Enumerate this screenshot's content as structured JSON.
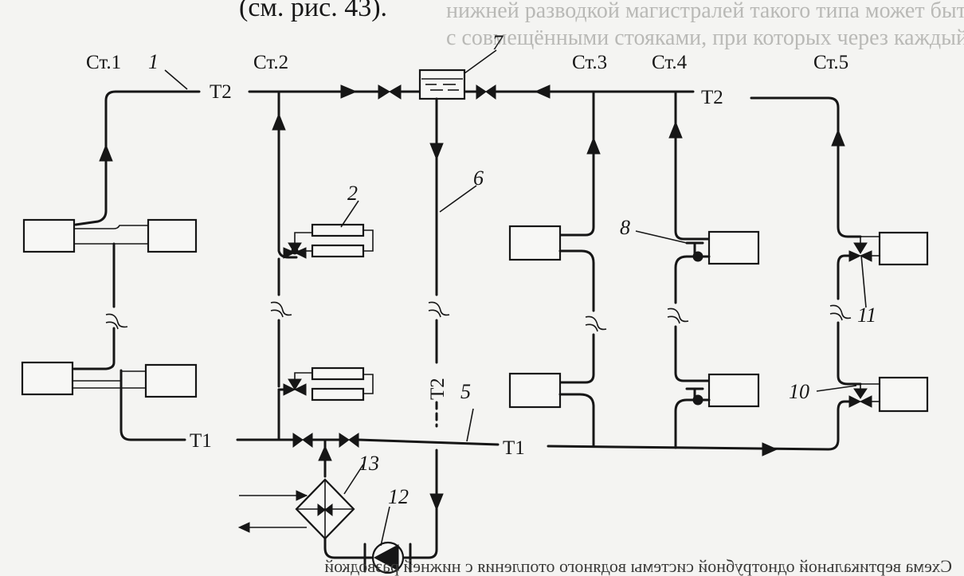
{
  "header_text": "(см. рис. 43).",
  "ghost_top_lines": [
    "нижней разводкой магистралей такого типа может быть выполнена",
    "с совмещёнными стояками, при которых через каждый прибор"
  ],
  "stacks": [
    {
      "id": "st1",
      "label": "Ст.1"
    },
    {
      "id": "st2",
      "label": "Ст.2"
    },
    {
      "id": "st3",
      "label": "Ст.3"
    },
    {
      "id": "st4",
      "label": "Ст.4"
    },
    {
      "id": "st5",
      "label": "Ст.5"
    }
  ],
  "pipe_labels": {
    "t2_left": "Т2",
    "t2_right": "Т2",
    "t2_vertical": "Т2",
    "t1_left": "Т1",
    "t1_right": "Т1"
  },
  "callouts": {
    "n1": "1",
    "n2": "2",
    "n5": "5",
    "n6": "6",
    "n7": "7",
    "n8": "8",
    "n10": "10",
    "n11": "11",
    "n12": "12",
    "n13": "13"
  },
  "caption": "Схема вертикальной однотрубной системы водяного отопления с нижней разводкой",
  "colors": {
    "ink": "#161616",
    "paper": "#f4f4f2",
    "bleed_through": "#b9b9b6"
  }
}
